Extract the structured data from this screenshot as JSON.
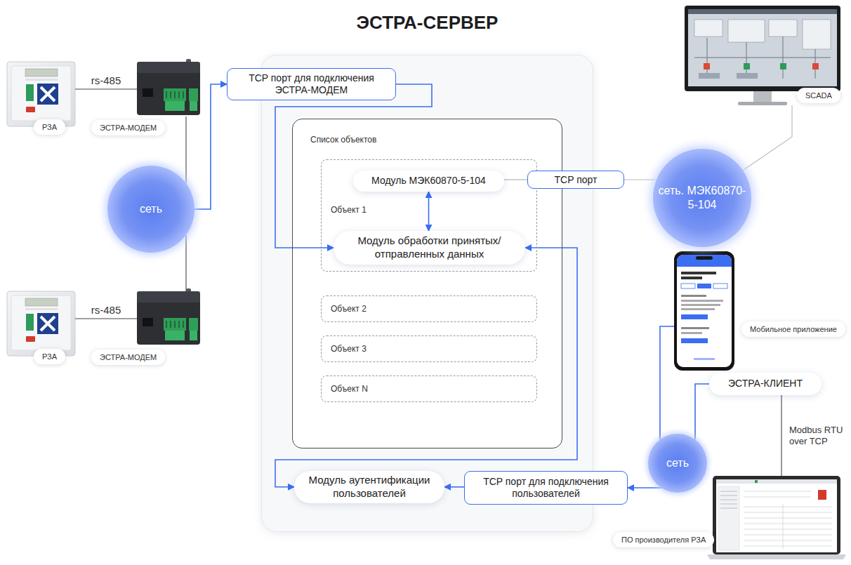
{
  "diagram": {
    "nodes": [
      {
        "text": [
          "РЗА"
        ]
      },
      {
        "text": [
          "ЭСТРА-МОДЕМ"
        ]
      },
      {
        "text": [
          "РЗА"
        ]
      },
      {
        "text": [
          "ЭСТРА-МОДЕМ"
        ]
      },
      {
        "text": [
          "сеть"
        ]
      },
      {
        "text": [
          "ЭСТРА-СЕРВЕР"
        ]
      },
      {
        "text": [
          "TCP порт для подключения ЭСТРА-МОДЕМ"
        ],
        "in": 5
      },
      {
        "text": [
          "Список объектов"
        ],
        "in": 5
      },
      {
        "text": [
          "Объект 1"
        ],
        "in": 7
      },
      {
        "text": [
          "Модуль МЭК60870-5-104"
        ],
        "in": 8
      },
      {
        "text": [
          "Модуль обработки принятых/отправленных данных"
        ],
        "in": 8
      },
      {
        "text": [
          "Объект 2"
        ],
        "in": 7
      },
      {
        "text": [
          "Объект 3"
        ],
        "in": 7
      },
      {
        "text": [
          "Объект N"
        ],
        "in": 7
      },
      {
        "text": [
          "TCP порт"
        ],
        "in": 5
      },
      {
        "text": [
          "Модуль аутентификации пользователей"
        ],
        "in": 5
      },
      {
        "text": [
          "TCP порт для подключения пользователей"
        ],
        "in": 5
      },
      {
        "text": [
          "SCADA"
        ]
      },
      {
        "text": [
          "сеть. МЭК60870-5-104"
        ]
      },
      {
        "text": [
          "Мобильное приложение"
        ]
      },
      {
        "text": [
          "ЭСТРА-КЛИЕНТ"
        ]
      },
      {
        "text": [
          "сеть"
        ]
      },
      {
        "text": [
          "ПО производителя РЗА"
        ]
      }
    ],
    "edges": [
      {
        "from": 0,
        "to": 1,
        "label": "rs-485",
        "arrow": "none"
      },
      {
        "from": 2,
        "to": 3,
        "label": "rs-485",
        "arrow": "none"
      },
      {
        "from": 1,
        "to": 4,
        "arrow": "none"
      },
      {
        "from": 3,
        "to": 4,
        "arrow": "none"
      },
      {
        "from": 4,
        "to": 6,
        "arrow": "to"
      },
      {
        "from": 6,
        "to": 10,
        "arrow": "to"
      },
      {
        "from": 9,
        "to": 10,
        "arrow": "both"
      },
      {
        "from": 9,
        "to": 14,
        "arrow": "none"
      },
      {
        "from": 14,
        "to": 18,
        "arrow": "none"
      },
      {
        "from": 17,
        "to": 18,
        "arrow": "none"
      },
      {
        "from": 16,
        "to": 15,
        "arrow": "to"
      },
      {
        "from": 15,
        "to": 10,
        "arrow": "both"
      },
      {
        "from": 21,
        "to": 16,
        "arrow": "to"
      },
      {
        "from": 21,
        "to": 19,
        "arrow": "none"
      },
      {
        "from": 21,
        "to": 20,
        "arrow": "none"
      },
      {
        "from": 20,
        "to": 22,
        "label": "Modbus RTU over TCP",
        "arrow": "none"
      }
    ]
  }
}
